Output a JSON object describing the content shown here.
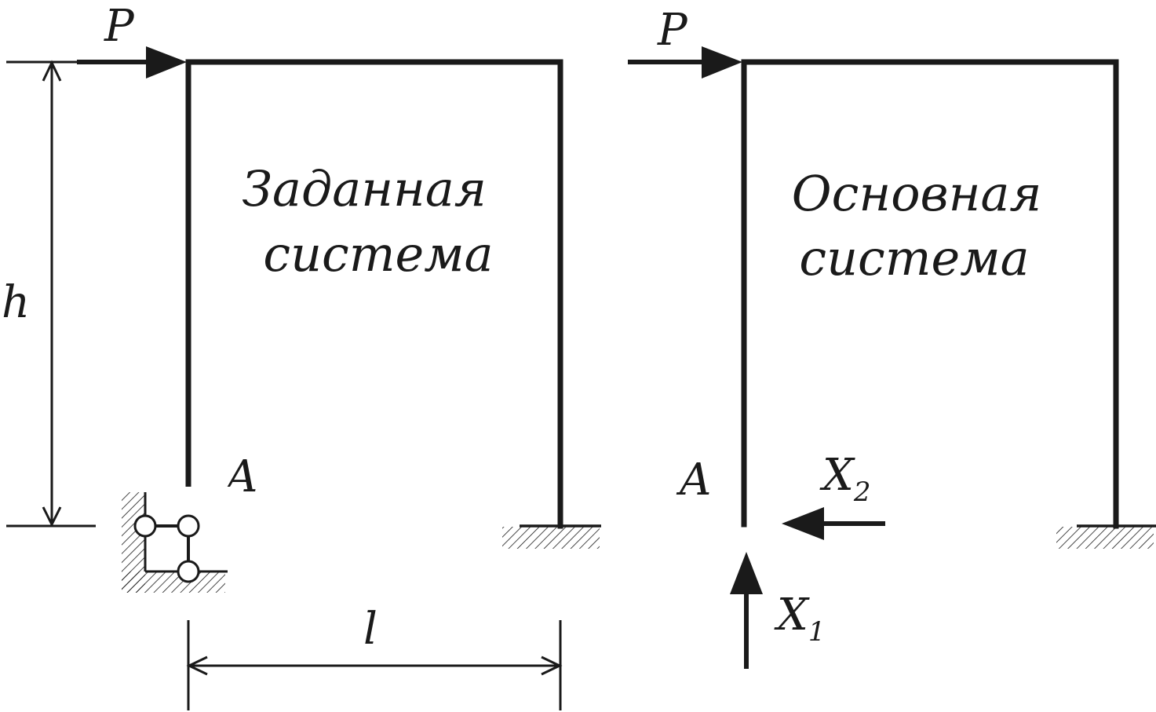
{
  "left_diagram": {
    "force_label": "P",
    "height_label": "h",
    "span_label": "l",
    "support_label": "A",
    "title_line1": "Заданная",
    "title_line2": "система"
  },
  "right_diagram": {
    "force_label": "P",
    "support_label": "A",
    "title_line1": "Основная",
    "title_line2": "система",
    "unknown_1": {
      "base": "X",
      "sub": "1"
    },
    "unknown_2": {
      "base": "X",
      "sub": "2"
    }
  },
  "colors": {
    "ink": "#1a1a1a",
    "background": "#ffffff"
  }
}
